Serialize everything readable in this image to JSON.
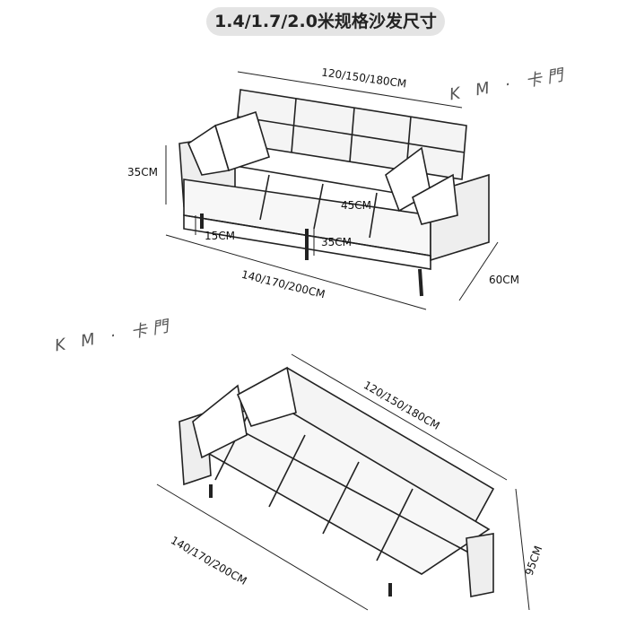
{
  "title": "1.4/1.7/2.0米规格沙发尺寸",
  "watermark": "K M · 卡門",
  "sofa_view": {
    "width_top": "120/150/180CM",
    "arm_height": "35CM",
    "seat_depth": "45CM",
    "leg_height": "15CM",
    "seat_height": "35CM",
    "total_length": "140/170/200CM",
    "depth": "60CM"
  },
  "bed_view": {
    "width_top": "120/150/180CM",
    "total_length": "140/170/200CM",
    "depth": "95CM"
  }
}
